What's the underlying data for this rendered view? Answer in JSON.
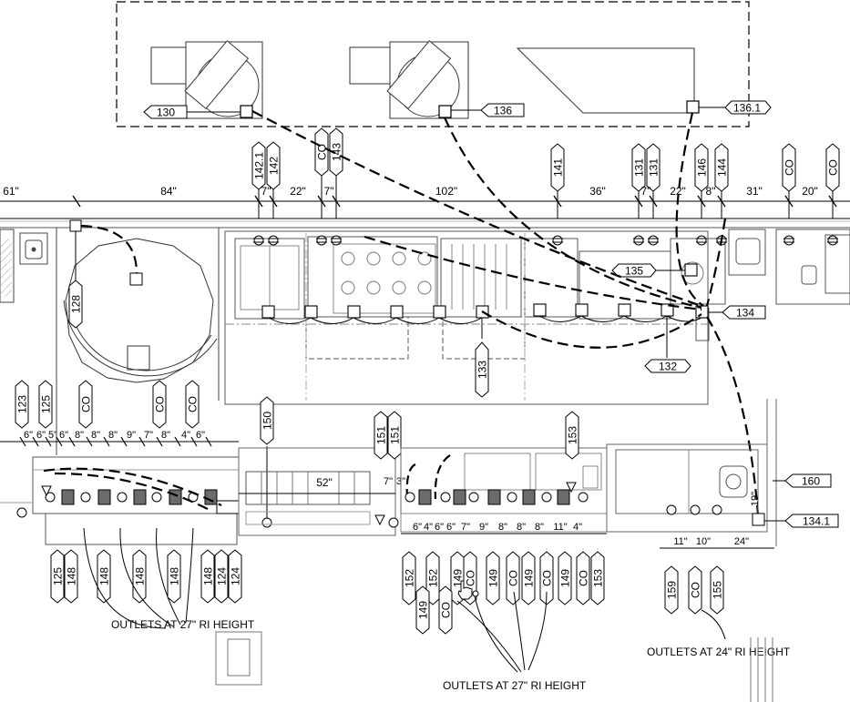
{
  "colors": {
    "line": "#000000",
    "thin": "#5a5a5a",
    "light": "#8c8c8c",
    "equip_fill": "#6b6b6b",
    "background": "#ffffff"
  },
  "top_tags": {
    "t130": "130",
    "t136": "136",
    "t136_1": "136.1",
    "t135": "135",
    "t134": "134",
    "t132": "132",
    "t133": "133",
    "t128": "128",
    "t160": "160",
    "t134_1": "134.1"
  },
  "wall_tags": {
    "w142_1": "142.1",
    "w142": "142",
    "wCO1": "CO",
    "w143": "143",
    "w141": "141",
    "w131a": "131",
    "w131b": "131",
    "w146": "146",
    "w144": "144",
    "wCO2": "CO",
    "wCO3": "CO"
  },
  "dims_top": {
    "d61": "61\"",
    "d84": "84\"",
    "d7a": "7\"",
    "d22a": "22\"",
    "d7b": "7\"",
    "d102": "102\"",
    "d36": "36\"",
    "d7c": "7\"",
    "d22b": "22\"",
    "d8": "8\"",
    "d31": "31\"",
    "d20": "20\""
  },
  "left_bank": {
    "top_tags": [
      "123",
      "125",
      "CO",
      "CO",
      "CO"
    ],
    "dims": [
      "6\"",
      "6\"",
      "5\"",
      "6\"",
      "8\"",
      "8\"",
      "8\"",
      "9\"",
      "7\"",
      "8\"",
      "4\"",
      "6\""
    ],
    "bottom_tags": [
      "125",
      "148",
      "148",
      "148",
      "148",
      "148",
      "124",
      "124"
    ],
    "note": "OUTLETS AT 27\" RI HEIGHT"
  },
  "middle": {
    "tag150": "150",
    "dim52": "52\"",
    "tag151a": "151",
    "tag151b": "151",
    "dim7": "7\"",
    "dim3": "3\""
  },
  "right_bank": {
    "tag153": "153",
    "dims": [
      "6\"",
      "4\"",
      "6\"",
      "6\"",
      "7\"",
      "9\"",
      "8\"",
      "8\"",
      "8\"",
      "11\"",
      "4\""
    ],
    "bottom_tags": [
      "152",
      "152",
      "CO",
      "149",
      "CO",
      "149",
      "CO",
      "149",
      "CO",
      "149",
      "153"
    ],
    "lower_tags": [
      "149",
      "CO"
    ],
    "note": "OUTLETS AT 27\" RI HEIGHT"
  },
  "far_right": {
    "dims": [
      "11\"",
      "10\"",
      "24\"",
      "19\""
    ],
    "tags": [
      "159",
      "CO",
      "155"
    ],
    "note": "OUTLETS AT 24\" RI HEIGHT"
  }
}
